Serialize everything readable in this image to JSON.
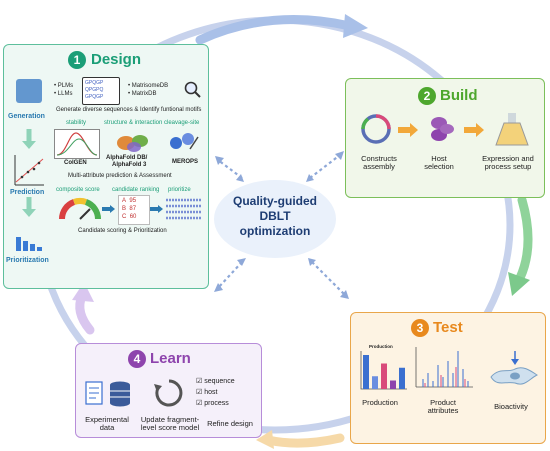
{
  "center": {
    "line1": "Quality-guided",
    "line2": "DBLT",
    "line3": "optimization"
  },
  "design": {
    "number": "1",
    "title": "Design",
    "side": {
      "generation": "Generation",
      "prediction": "Prediction",
      "prioritization": "Prioritization"
    },
    "gen": {
      "plms": "PLMs",
      "llms": "LLMs",
      "seq_lines": [
        "GPQGP",
        "QPGPQ",
        "GPQGP"
      ],
      "db1": "MatrisomeDB",
      "db2": "MatrixDB",
      "caption": "Generate diverse sequences & Identify funtional motifs"
    },
    "pred": {
      "stability": "stability",
      "colgen": "ColGEN",
      "structure": "structure & interaction",
      "alphafold": "AlphaFold DB/",
      "alphafold3": "AlphaFold 3",
      "cleavage": "cleavage-site",
      "merops": "MEROPS",
      "caption": "Multi-attribute prediction & Assessment"
    },
    "prio": {
      "composite": "composite score",
      "ranking": "candidate ranking",
      "prioritize": "prioritize",
      "rank": [
        {
          "k": "A",
          "v": "95"
        },
        {
          "k": "B",
          "v": "87"
        },
        {
          "k": "C",
          "v": "60"
        }
      ],
      "caption": "Candidate scoring & Prioritization"
    }
  },
  "build": {
    "number": "2",
    "title": "Build",
    "constructs": "Constructs",
    "constructs2": "assembly",
    "host": "Host",
    "host2": "selection",
    "expression": "Expression and",
    "expression2": "process setup"
  },
  "test": {
    "number": "3",
    "title": "Test",
    "production_chart_title": "Production",
    "production": "Production",
    "attributes": "Product",
    "attributes2": "attributes",
    "bioactivity": "Bioactivity"
  },
  "learn": {
    "number": "4",
    "title": "Learn",
    "checks": [
      "sequence",
      "host",
      "process"
    ],
    "experimental": "Experimental",
    "experimental2": "data",
    "update": "Update fragment-",
    "update2": "level score model",
    "refine": "Refine design"
  },
  "colors": {
    "design": "#1b9e77",
    "build": "#4ea72e",
    "test": "#e8891e",
    "learn": "#8e44ad",
    "center": "#1e3d73"
  },
  "chart_data": [
    {
      "type": "bar",
      "title": "Production",
      "values": [
        8,
        3,
        6,
        2,
        5
      ]
    }
  ]
}
